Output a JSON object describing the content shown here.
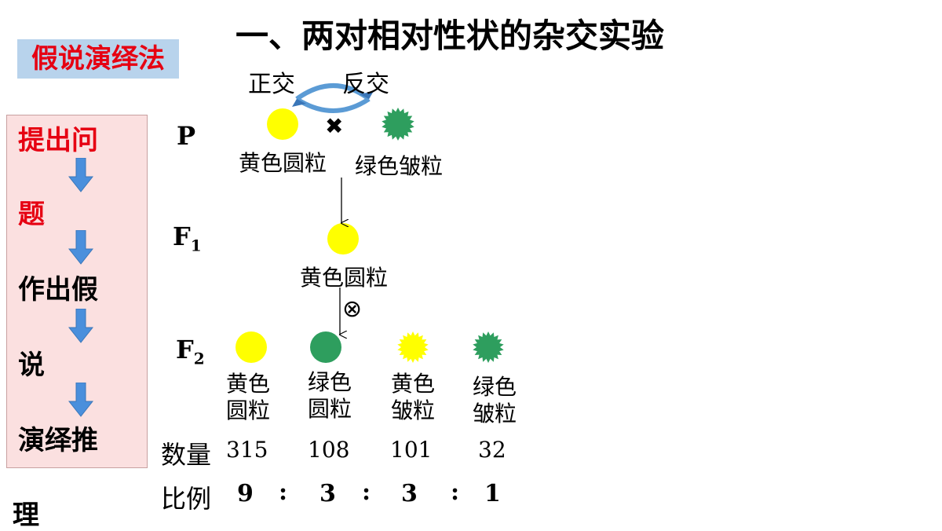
{
  "title": "一、两对相对性状的杂交实验",
  "method_label": "假说演绎法",
  "steps": [
    "提出问",
    "题",
    "作出假",
    "说",
    "演绎推",
    "理"
  ],
  "cross_labels": {
    "reciprocal_left": "正交",
    "reciprocal_right": "反交",
    "cross_symbol": "✖",
    "self_symbol": "⊗"
  },
  "generations": {
    "p": "P",
    "f1": "F",
    "f1_sub": "1",
    "f2": "F",
    "f2_sub": "2"
  },
  "parents": [
    {
      "label": "黄色圆粒",
      "color": "#ffff00",
      "shape": "round"
    },
    {
      "label": "绿色皱粒",
      "color": "#2e9e5e",
      "shape": "wrinkled"
    }
  ],
  "f1": {
    "label": "黄色圆粒",
    "color": "#ffff00"
  },
  "f2": [
    {
      "line1": "黄色",
      "line2": "圆粒",
      "count": "315",
      "ratio": "9",
      "color": "#ffff00",
      "shape": "round"
    },
    {
      "line1": "绿色",
      "line2": "圆粒",
      "count": "108",
      "ratio": "3",
      "color": "#2e9e5e",
      "shape": "round"
    },
    {
      "line1": "黄色",
      "line2": "皱粒",
      "count": "101",
      "ratio": "3",
      "color": "#ffff00",
      "shape": "wrinkled"
    },
    {
      "line1": "绿色",
      "line2": "皱粒",
      "count": "32",
      "ratio": "1",
      "color": "#2e9e5e",
      "shape": "wrinkled"
    }
  ],
  "row_labels": {
    "count": "数量",
    "ratio": "比例"
  },
  "ratio_separator": ":"
}
